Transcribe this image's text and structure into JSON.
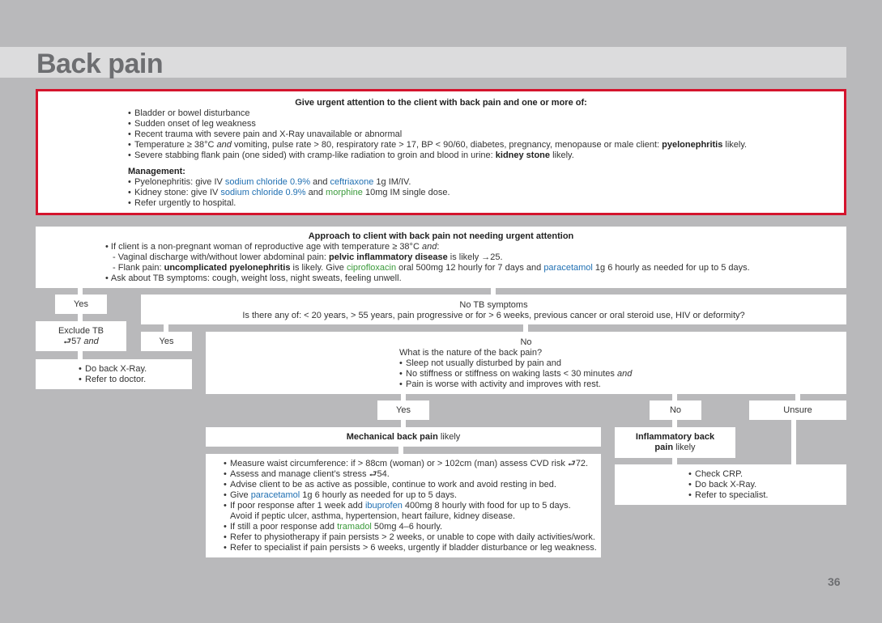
{
  "title": "Back pain",
  "page_number": "36",
  "urgent": {
    "heading": "Give urgent attention to the client with back pain and one or more of:",
    "items": {
      "i1": "Bladder or bowel disturbance",
      "i2": "Sudden onset of leg weakness",
      "i3": "Recent trauma with severe pain and X-Ray unavailable or abnormal",
      "i4a": "Temperature ≥ 38°C ",
      "i4b": "and",
      "i4c": " vomiting, pulse rate > 80, respiratory rate > 17, BP < 90/60, diabetes, pregnancy, menopause or male client: ",
      "i4d": "pyelonephritis",
      "i4e": " likely.",
      "i5a": "Severe stabbing flank pain (one sided) with cramp-like radiation to groin and blood in urine: ",
      "i5b": "kidney stone",
      "i5c": " likely."
    },
    "management_heading": "Management:",
    "mgmt": {
      "m1a": "Pyelonephritis: give IV ",
      "m1b": "sodium chloride 0.9%",
      "m1c": " and ",
      "m1d": "ceftriaxone",
      "m1e": " 1g IM/IV.",
      "m2a": "Kidney stone: give IV ",
      "m2b": "sodium chloride 0.9%",
      "m2c": " and ",
      "m2d": "morphine",
      "m2e": " 10mg IM single dose.",
      "m3": "Refer urgently to hospital."
    }
  },
  "approach": {
    "heading": "Approach to client with back pain not needing urgent attention",
    "l1a": "If client is a non-pregnant woman of reproductive age with temperature ≥ 38°C ",
    "l1b": "and",
    "l1c": ":",
    "l2a": "- Vaginal discharge with/without lower abdominal pain: ",
    "l2b": "pelvic inflammatory disease",
    "l2c": " is likely ",
    "l2d": "25.",
    "l3a": "- Flank pain: ",
    "l3b": "uncomplicated pyelonephritis",
    "l3c": " is likely. Give ",
    "l3d": "ciprofloxacin",
    "l3e": " oral 500mg 12 hourly for 7 days and ",
    "l3f": "paracetamol",
    "l3g": " 1g 6 hourly as needed for up to 5 days.",
    "l4": "Ask about TB symptoms: cough, weight loss, night sweats, feeling unwell."
  },
  "tb": {
    "yes": "Yes",
    "exclude_a": "Exclude TB",
    "exclude_b": "57 ",
    "exclude_c": "and",
    "xray": "Do back X-Ray.",
    "doctor": "Refer to doctor."
  },
  "notb": {
    "line1": "No TB symptoms",
    "line2": "Is there any of: < 20 years, > 55 years, pain progressive or for > 6 weeks, previous cancer or oral steroid use, HIV or deformity?",
    "yes": "Yes"
  },
  "nature": {
    "no": "No",
    "q": "What is the nature of the back pain?",
    "b1": "Sleep not usually disturbed by pain and",
    "b2a": "No stiffness or stiffness on waking lasts < 30 minutes ",
    "b2b": "and",
    "b3": "Pain is worse with activity and improves with rest."
  },
  "answers": {
    "yes": "Yes",
    "no": "No",
    "unsure": "Unsure"
  },
  "mechanical": {
    "title_bold": "Mechanical back pain",
    "title_rest": " likely",
    "w1a": "Measure waist circumference: if > 88cm (woman) or > 102cm (man) assess CVD risk ",
    "w1b": "72.",
    "w2a": "Assess and manage client’s stress ",
    "w2b": "54.",
    "w3": "Advise client to be as active as possible, continue to work and avoid resting in bed.",
    "w4a": "Give ",
    "w4b": "paracetamol",
    "w4c": " 1g 6 hourly as needed for up to 5 days.",
    "w5a": "If poor response after 1 week add ",
    "w5b": "ibuprofen",
    "w5c": " 400mg 8 hourly with food for up to 5 days.",
    "w5d": "Avoid if peptic ulcer, asthma, hypertension, heart failure, kidney disease.",
    "w6a": "If still a poor response add ",
    "w6b": "tramadol",
    "w6c": " 50mg 4–6 hourly.",
    "w7": "Refer to physiotherapy if pain persists > 2 weeks, or unable to cope with daily activities/work.",
    "w8": "Refer to specialist if pain persists > 6 weeks, urgently if bladder disturbance or leg weakness."
  },
  "inflammatory": {
    "title_bold_1": "Inflammatory back",
    "title_bold_2": "pain",
    "title_rest": " likely",
    "c1": "Check CRP.",
    "c2": "Do back X-Ray.",
    "c3": "Refer to specialist."
  },
  "colors": {
    "background": "#b9b9bb",
    "title_band": "#dcdcdd",
    "urgent_border": "#d4142d",
    "drug_blue": "#1f6fb2",
    "drug_green": "#3a9a3a"
  },
  "icons": {
    "reference_arrow": "page-reference-arrow-icon",
    "return_arrow": "return-arrow-icon"
  }
}
